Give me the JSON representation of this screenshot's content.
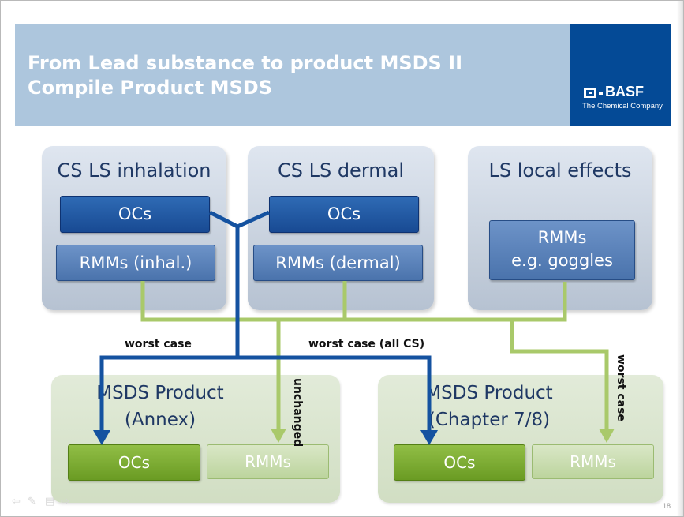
{
  "slide": {
    "title_line1": "From Lead substance to product MSDS II",
    "title_line2": "Compile Product MSDS",
    "page_number": "18"
  },
  "logo": {
    "name": "BASF",
    "tagline": "The Chemical Company"
  },
  "sources": {
    "inhalation": {
      "title": "CS LS inhalation",
      "ocs": "OCs",
      "rmms": "RMMs (inhal.)"
    },
    "dermal": {
      "title": "CS LS dermal",
      "ocs": "OCs",
      "rmms": "RMMs (dermal)"
    },
    "local": {
      "title": "LS local effects",
      "rmms_line1": "RMMs",
      "rmms_line2": "e.g. goggles"
    }
  },
  "targets": {
    "annex": {
      "title_line1": "MSDS Product",
      "title_line2": "(Annex)",
      "ocs": "OCs",
      "rmms": "RMMs"
    },
    "chapter": {
      "title_line1": "MSDS Product",
      "title_line2": "(Chapter 7/8)",
      "ocs": "OCs",
      "rmms": "RMMs"
    }
  },
  "labels": {
    "worst_case_left": "worst case",
    "worst_case_all": "worst case (all CS)",
    "unchanged": "unchanged",
    "worst_case_right": "worst case"
  },
  "colors": {
    "header_band": "#adc6dd",
    "brand_blue": "#044a96",
    "arrow_blue": "#1452a0",
    "arrow_green": "#a9c96a",
    "title_text": "#1f3864"
  },
  "icons": [
    "arrow-left-icon",
    "pen-icon",
    "menu-icon",
    "arrow-right-icon"
  ]
}
